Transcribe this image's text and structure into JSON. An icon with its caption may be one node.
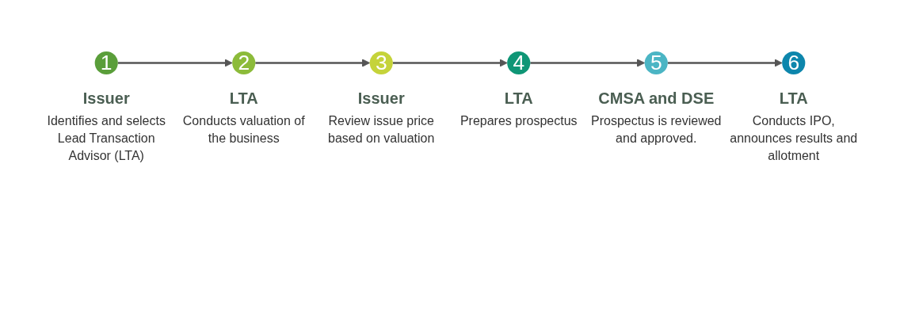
{
  "diagram": {
    "nodes": [
      {
        "text": [
          "1"
        ],
        "beside": [
          "Issuer",
          "Identifies and selects Lead Transaction Advisor (LTA)"
        ]
      },
      {
        "text": [
          "2"
        ],
        "beside": [
          "LTA",
          "Conducts valuation of the business"
        ]
      },
      {
        "text": [
          "3"
        ],
        "beside": [
          "Issuer",
          "Review issue price based on valuation"
        ]
      },
      {
        "text": [
          "4"
        ],
        "beside": [
          "LTA",
          "Prepares prospectus"
        ]
      },
      {
        "text": [
          "5"
        ],
        "beside": [
          "CMSA and DSE",
          "Prospectus is reviewed and approved."
        ]
      },
      {
        "text": [
          "6"
        ],
        "beside": [
          "LTA",
          "Conducts IPO, announces results and allotment"
        ]
      }
    ],
    "edges": [
      {
        "from": 0,
        "to": 1,
        "arrow": "to"
      },
      {
        "from": 1,
        "to": 2,
        "arrow": "to"
      },
      {
        "from": 2,
        "to": 3,
        "arrow": "to"
      },
      {
        "from": 3,
        "to": 4,
        "arrow": "to"
      },
      {
        "from": 4,
        "to": 5,
        "arrow": "to"
      }
    ]
  }
}
